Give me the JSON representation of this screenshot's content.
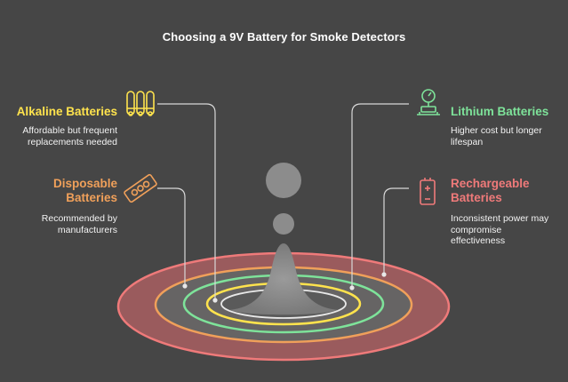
{
  "title": "Choosing a 9V Battery for Smoke Detectors",
  "colors": {
    "background": "#464646",
    "alkaline": "#ffe34d",
    "disposable": "#f0a05a",
    "lithium": "#7ee39a",
    "rechargeable": "#ef7a7a",
    "center": "#8c8c8c"
  },
  "items": [
    {
      "id": "alkaline",
      "label_lines": [
        "Alkaline Batteries"
      ],
      "desc_lines": [
        "Affordable but frequent",
        "replacements needed"
      ],
      "icon": "battery-cells-icon"
    },
    {
      "id": "disposable",
      "label_lines": [
        "Disposable",
        "Batteries"
      ],
      "desc_lines": [
        "Recommended by",
        "manufacturers"
      ],
      "icon": "battery-pack-icon"
    },
    {
      "id": "lithium",
      "label_lines": [
        "Lithium Batteries"
      ],
      "desc_lines": [
        "Higher cost but longer",
        "lifespan"
      ],
      "icon": "gauge-icon"
    },
    {
      "id": "rechargeable",
      "label_lines": [
        "Rechargeable",
        "Batteries"
      ],
      "desc_lines": [
        "Inconsistent power may",
        "compromise",
        "effectiveness"
      ],
      "icon": "battery-icon"
    }
  ]
}
